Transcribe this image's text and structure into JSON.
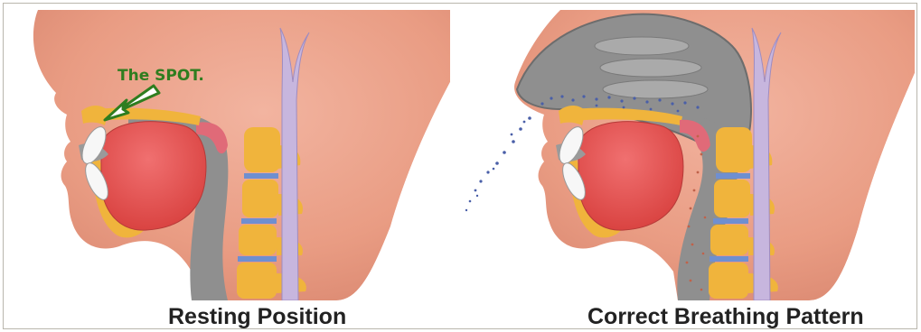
{
  "panels": [
    {
      "caption": "Resting Position"
    },
    {
      "caption": "Correct Breathing Pattern"
    }
  ],
  "annotation": {
    "label": "The SPOT."
  },
  "colors": {
    "skin": "#e79a80",
    "skin_shadow": "#cf7f6a",
    "tongue": "#e2554f",
    "airway": "#8f8f8f",
    "bone": "#f0b43c",
    "disc": "#6f8fd0",
    "spinal_cord": "#c7b6de",
    "annotation": "#2f7d1f",
    "airflow_blue": "#4a5fa8",
    "airflow_red": "#c0624a"
  },
  "icons": [
    "head-profile-illustration",
    "spot-arrow-icon",
    "airflow-dots"
  ]
}
